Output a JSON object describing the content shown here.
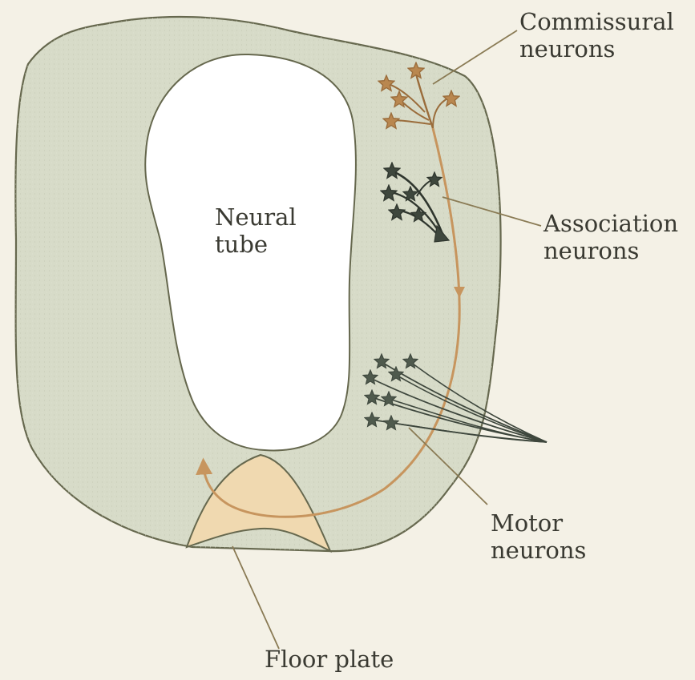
{
  "labels": {
    "neural_tube": [
      "Neural",
      "tube"
    ],
    "commissural": [
      "Commissural",
      "neurons"
    ],
    "association": [
      "Association",
      "neurons"
    ],
    "motor": [
      "Motor",
      "neurons"
    ],
    "floor_plate": "Floor plate"
  },
  "colors": {
    "background": "#f4f1e6",
    "tissue_fill": "#d7dbc8",
    "tissue_outline": "#66684e",
    "lumen": "#ffffff",
    "floor_plate_fill": "#f0d9b0",
    "commissural_axon": "#c7955e",
    "commissural_cell": "#b9874f",
    "association_cell": "#3e473d",
    "motor_cell": "#4f5a4d",
    "leader_line": "#8a7b55",
    "text": "#3a3a32"
  }
}
